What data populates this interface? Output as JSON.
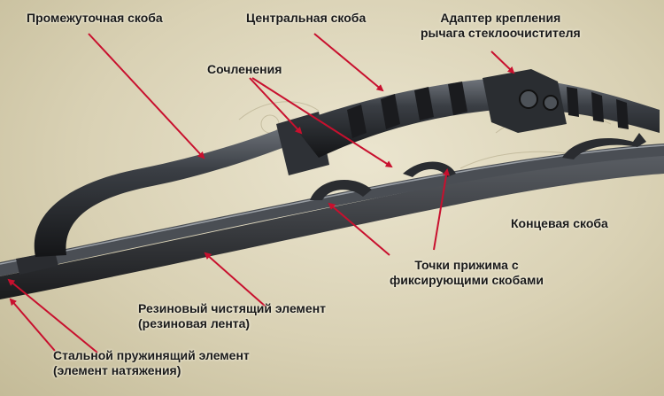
{
  "colors": {
    "leader_line": "#c8102e",
    "metal_dark": "#1b1d20",
    "metal_mid": "#3a3e44",
    "metal_light": "#6e737a",
    "background": "#e4dec6"
  },
  "labels": {
    "intermediate_bracket": [
      "Промежуточная скоба"
    ],
    "central_bracket": [
      "Центральная скоба"
    ],
    "adapter": [
      "Адаптер крепления",
      "рычага стеклоочистителя"
    ],
    "joints": [
      "Сочленения"
    ],
    "end_bracket": [
      "Концевая скоба"
    ],
    "pressure_points": [
      "Точки прижима с",
      "фиксирующими скобами"
    ],
    "rubber_element": [
      "Резиновый чистящий элемент",
      "(резиновая лента)"
    ],
    "steel_element": [
      "Стальной пружинящий элемент",
      "(элемент натяжения)"
    ]
  }
}
